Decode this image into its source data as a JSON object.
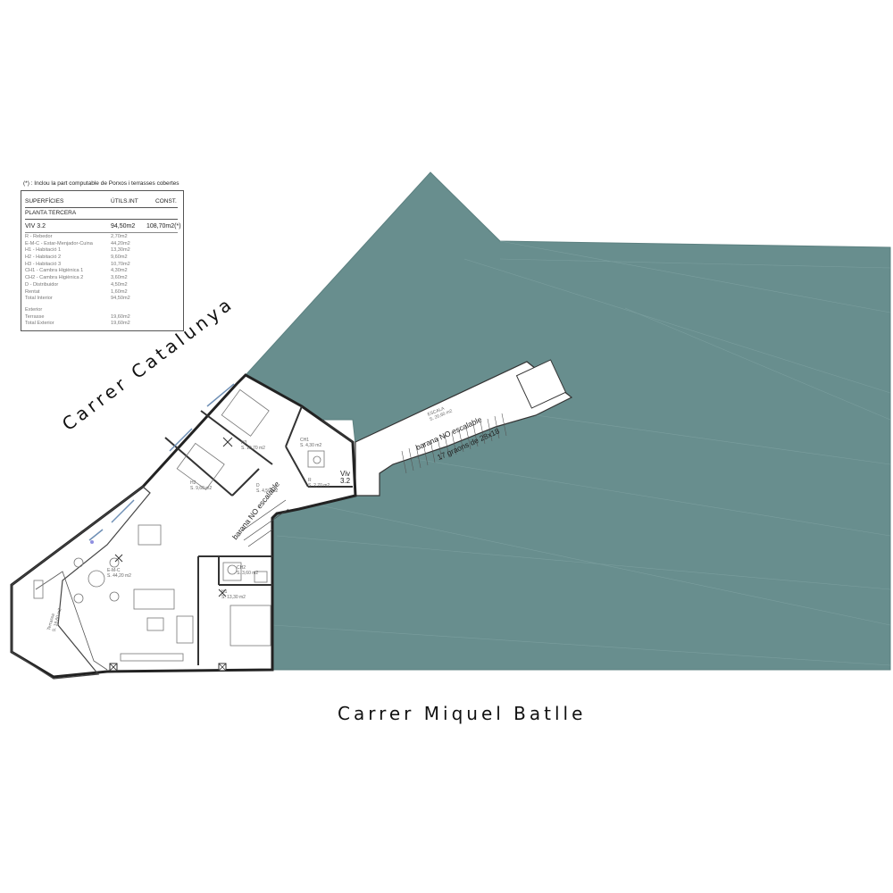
{
  "legend": {
    "note": "(*) : Inclou la part computable  de Porxos i terrasses cobertes",
    "headers": {
      "superficies": "SUPERFÍCIES",
      "utils": "ÚTILS.INT",
      "const": "CONST."
    },
    "section": "PLANTA TERCERA",
    "viv": {
      "name": "VIV  3.2",
      "utils": "94,50m2",
      "const": "108,70m2(*)"
    },
    "rows": [
      {
        "label": "R - Rebedor",
        "value": "2,70m2"
      },
      {
        "label": "E-M-C - Estar-Menjador-Cuina",
        "value": "44,20m2"
      },
      {
        "label": "H1 - Habitació 1",
        "value": "13,30m2"
      },
      {
        "label": "H2 - Habitació 2",
        "value": "9,60m2"
      },
      {
        "label": "H3 - Habitació 3",
        "value": "10,70m2"
      },
      {
        "label": "CH1 - Cambra Higiènica 1",
        "value": "4,30m2"
      },
      {
        "label": "CH2 - Cambra Higiènica 2",
        "value": "3,60m2"
      },
      {
        "label": "D - Distribuidor",
        "value": "4,50m2"
      },
      {
        "label": "Rentat",
        "value": "1,60m2"
      },
      {
        "label": "Total Interior",
        "value": "94,50m2"
      }
    ],
    "exterior_heading": "Exterior",
    "exterior_rows": [
      {
        "label": "Terrasse",
        "value": "19,60m2"
      },
      {
        "label": "Total Exterior",
        "value": "19,60m2"
      }
    ]
  },
  "streets": {
    "catalunya": "Carrer Catalunya",
    "miquel": "Carrer Miquel Batlle"
  },
  "notes": {
    "barana_upper": "barana NO escalable",
    "graons": "17 graons de 28x18",
    "barana_lower": "barana NO escalable"
  },
  "rooms": {
    "escala": {
      "name": "ESCALA",
      "area": "S. 20,60 m2"
    },
    "h3": {
      "name": "H3",
      "area": "S. 10,70 m2"
    },
    "h2": {
      "name": "H2",
      "area": "S. 9,60 m2"
    },
    "ch1": {
      "name": "CH1",
      "area": "S. 4,30 m2"
    },
    "d": {
      "name": "D",
      "area": "S. 4,50 m2"
    },
    "r": {
      "name": "R",
      "area": "S. 2,70 m2"
    },
    "emc": {
      "name": "E-M-C",
      "area": "S. 44,20 m2"
    },
    "ch2": {
      "name": "CH2",
      "area": "S. 3,60 m2"
    },
    "h1": {
      "name": "H1",
      "area": "S. 13,30 m2"
    },
    "terrassa": {
      "name": "Terrassa",
      "area": "S. 19,60 m2"
    }
  },
  "viv_tag": {
    "line1": "Viv",
    "line2": "3.2"
  },
  "colors": {
    "roof": "#688e8e",
    "walls": "#333333",
    "background": "#ffffff"
  }
}
